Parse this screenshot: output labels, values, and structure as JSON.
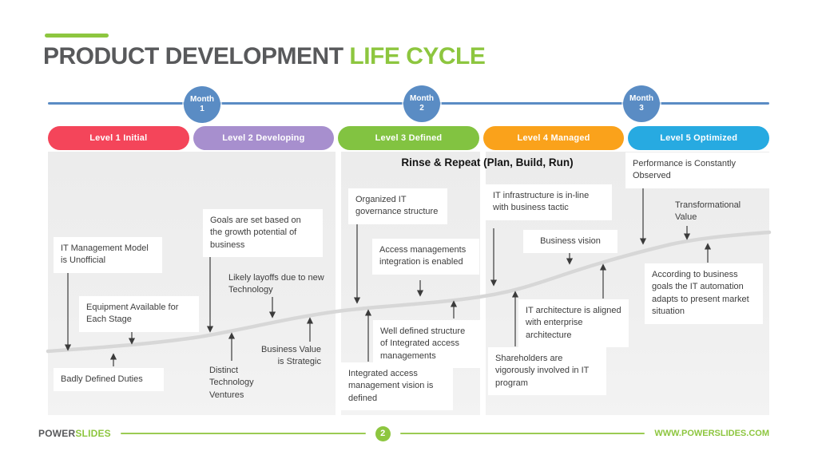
{
  "header": {
    "title_main": "PRODUCT DEVELOPMENT",
    "title_accent": "LIFE CYCLE"
  },
  "timeline": {
    "months": [
      {
        "label": "Month",
        "number": "1"
      },
      {
        "label": "Month",
        "number": "2"
      },
      {
        "label": "Month",
        "number": "3"
      }
    ]
  },
  "levels": [
    {
      "label": "Level 1 Initial",
      "color": "#f4455a"
    },
    {
      "label": "Level 2 Developing",
      "color": "#a78fce"
    },
    {
      "label": "Level 3 Defined",
      "color": "#82c341"
    },
    {
      "label": "Level 4 Managed",
      "color": "#faa21b"
    },
    {
      "label": "Level 5 Optimized",
      "color": "#27aae1"
    }
  ],
  "main": {
    "repeat_heading": "Rinse & Repeat (Plan, Build, Run)",
    "annotations": [
      {
        "text": "IT Management Model is Unofficial"
      },
      {
        "text": "Equipment Available for Each Stage"
      },
      {
        "text": "Badly Defined Duties"
      },
      {
        "text": "Goals are set based on the growth potential of business"
      },
      {
        "text": "Likely layoffs due to new Technology"
      },
      {
        "text": "Distinct Technology Ventures"
      },
      {
        "text": "Business Value is Strategic"
      },
      {
        "text": "Organized IT governance structure"
      },
      {
        "text": "Access managements integration is enabled"
      },
      {
        "text": "Well defined structure of Integrated access managements"
      },
      {
        "text": "Integrated access management vision is defined"
      },
      {
        "text": "IT infrastructure is in-line with business tactic"
      },
      {
        "text": "Business vision"
      },
      {
        "text": "IT architecture is aligned with enterprise architecture"
      },
      {
        "text": "Shareholders are vigorously involved in IT program"
      },
      {
        "text": "Performance is Constantly Observed"
      },
      {
        "text": "Transformational Value"
      },
      {
        "text": "According to business goals the IT automation adapts to present market situation"
      }
    ]
  },
  "footer": {
    "brand_dark": "POWER",
    "brand_accent": "SLIDES",
    "page_number": "2",
    "website": "WWW.POWERSLIDES.COM"
  },
  "colors": {
    "accent_green": "#8dc63f",
    "title_gray": "#58595b",
    "timeline_blue": "#5a8cc4",
    "panel_gray": "#ededed",
    "curve_gray": "#d7d7d7",
    "arrow_black": "#3b3b3b"
  }
}
